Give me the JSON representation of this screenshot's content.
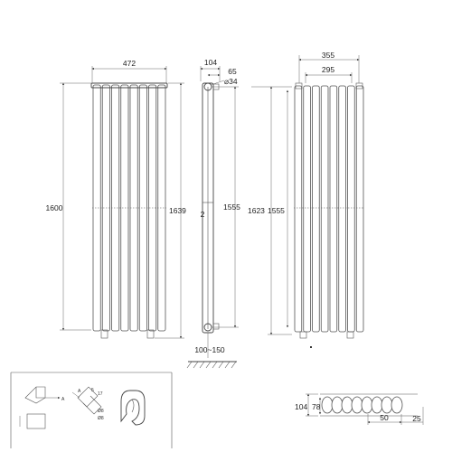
{
  "front_view": {
    "width_label": "472",
    "height_label": "1600",
    "overall_height_label": "1639",
    "tube_count": 8
  },
  "side_view": {
    "depth_label": "104",
    "offset_label": "65",
    "pipe_label": "⌀34",
    "center_height_label": "1555",
    "gap_label": "2",
    "floor_gap_label": "100~150"
  },
  "back_view": {
    "outer_width_label": "355",
    "inner_width_label": "295",
    "height_left_label": "1623",
    "height_right_label": "1555",
    "tube_count": 8
  },
  "detail_left": {
    "labels": [
      "A",
      "A",
      "5",
      "17",
      "Ø8",
      "Ø8"
    ]
  },
  "top_view": {
    "depth_label": "104",
    "inner_depth_label": "78",
    "pitch_label": "50",
    "end_label": "25",
    "tube_count": 8
  }
}
